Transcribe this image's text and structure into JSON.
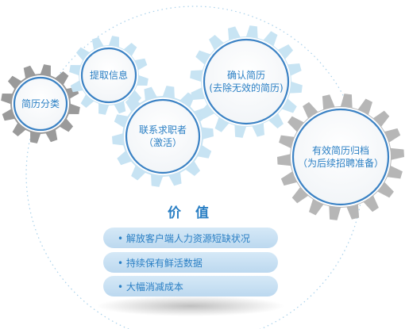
{
  "nodes": [
    {
      "id": "classify",
      "lines": [
        "简历分类"
      ],
      "color": "#9a9a9a"
    },
    {
      "id": "extract",
      "lines": [
        "提取信息"
      ],
      "color": "#c6e3f3"
    },
    {
      "id": "contact",
      "lines": [
        "联系求职者",
        "（激活）"
      ],
      "color": "#c7e3f3"
    },
    {
      "id": "confirm",
      "lines": [
        "确认简历",
        "(去除无效的简历)"
      ],
      "color": "#c8e4f3"
    },
    {
      "id": "archive",
      "lines": [
        "有效简历归档",
        "（为后续招聘准备）"
      ],
      "color": "#b6b6b6"
    }
  ],
  "value": {
    "title": "价 值",
    "items": [
      "•  解放客户端人力资源短缺状况",
      "•  持续保有鲜活数据",
      "•  大幅消减成本"
    ]
  },
  "colors": {
    "accent": "#2a7fc4",
    "dotted_ring": "#a7d0ea",
    "pill": "#c3ddf2"
  }
}
